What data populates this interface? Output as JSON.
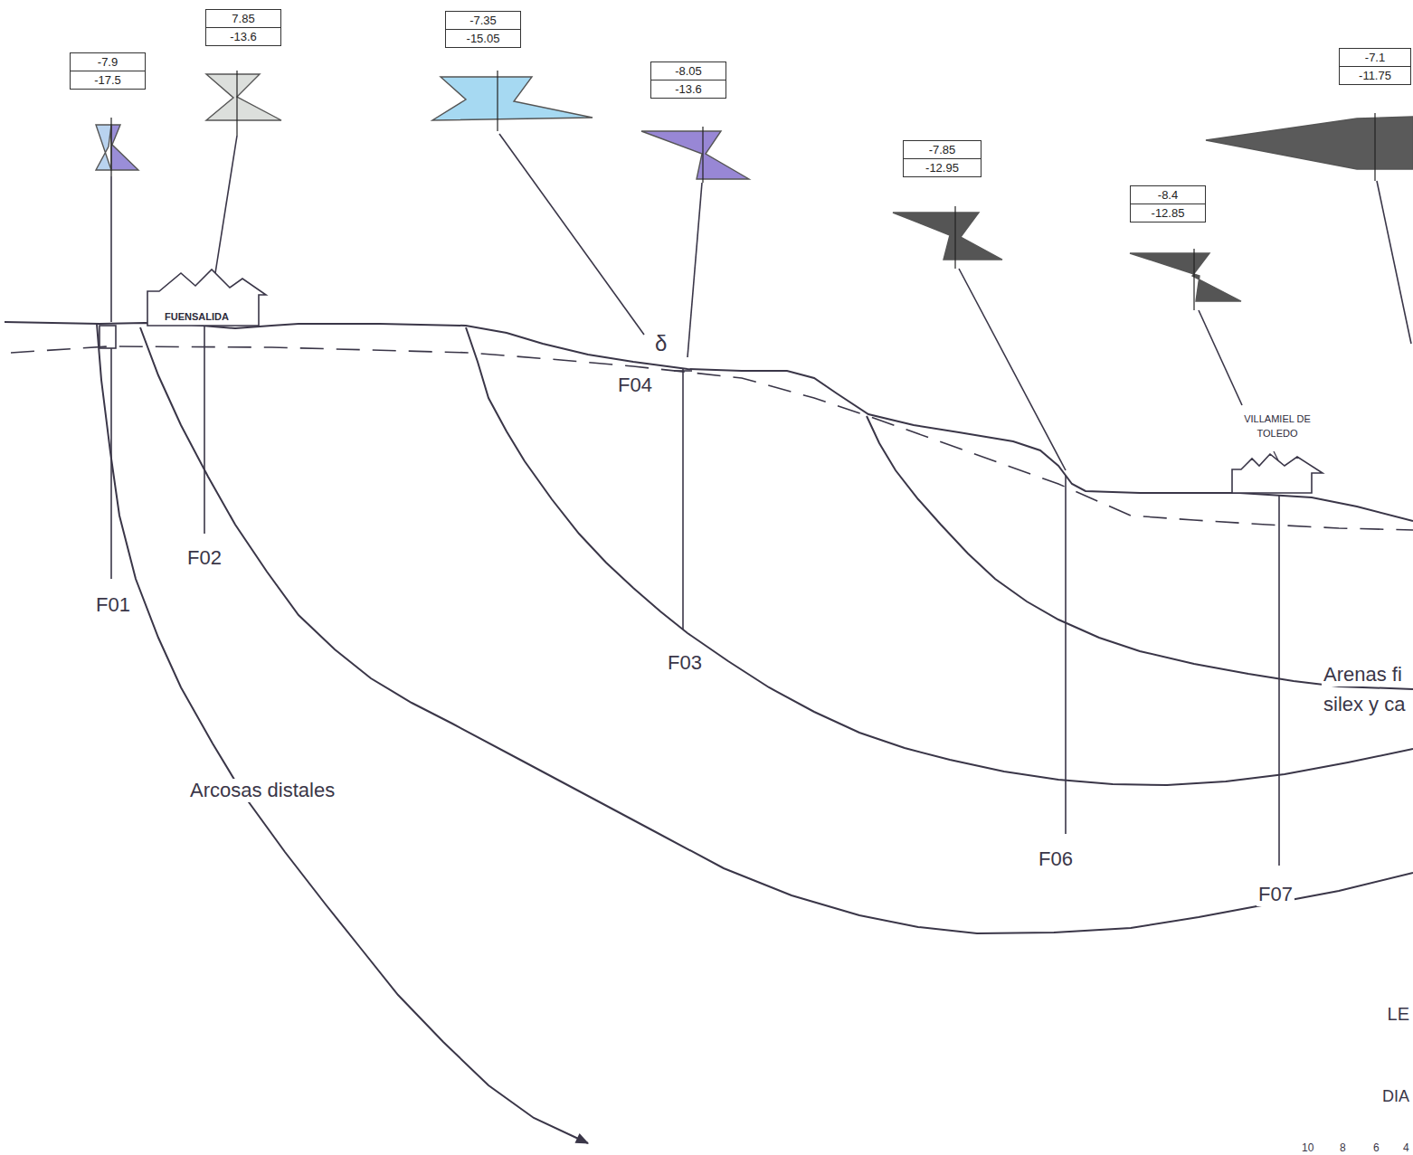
{
  "diagram": {
    "nodes": [
      {
        "text": [
          "-7.9",
          "-17.5"
        ]
      },
      {
        "text": [
          "7.85",
          "-13.6"
        ]
      },
      {
        "text": [
          "-7.35",
          "-15.05"
        ]
      },
      {
        "text": [
          "-8.05",
          "-13.6"
        ]
      },
      {
        "text": [
          "FUENSALIDA"
        ]
      },
      {
        "text": [
          "-7.85",
          "-12.95"
        ]
      },
      {
        "text": [
          "-8.4",
          "-12.85"
        ]
      },
      {
        "text": [
          "VILLAMIEL DE TOLEDO"
        ]
      },
      {
        "text": [
          "-7.1",
          "-11.75"
        ]
      }
    ],
    "labels": [
      "F01",
      "F02",
      "F03",
      "F04",
      "F06",
      "F07",
      "δ",
      "Arcosas distales",
      "Arenas fi",
      "silex y ca",
      "LE",
      "DIA",
      "10",
      "8",
      "6",
      "4"
    ]
  }
}
